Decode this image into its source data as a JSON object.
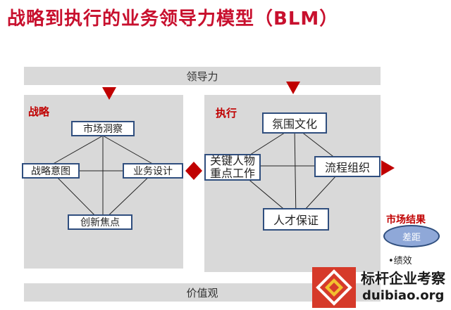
{
  "title": "战略到执行的业务领导力模型（BLM）",
  "leadership": "领导力",
  "values": "价值观",
  "strategy": {
    "label": "战略",
    "nodes": {
      "market_insight": "市场洞察",
      "strategic_intent": "战略意图",
      "business_design": "业务设计",
      "innovation_focus": "创新焦点"
    }
  },
  "execution": {
    "label": "执行",
    "nodes": {
      "climate_culture": "氛围文化",
      "key_tasks_line1": "关键人物",
      "key_tasks_line2": "重点工作",
      "process_org": "流程组织",
      "talent": "人才保证"
    }
  },
  "market_results": {
    "title": "市场结果",
    "gap": "差距",
    "bullet": "•绩效"
  },
  "watermark": {
    "name": "标杆企业考察",
    "url": "duibiao.org"
  },
  "colors": {
    "title": "#c8102e",
    "accent_red": "#c00000",
    "node_border": "#2f4e7e",
    "panel_gray": "#d9d9d9"
  }
}
